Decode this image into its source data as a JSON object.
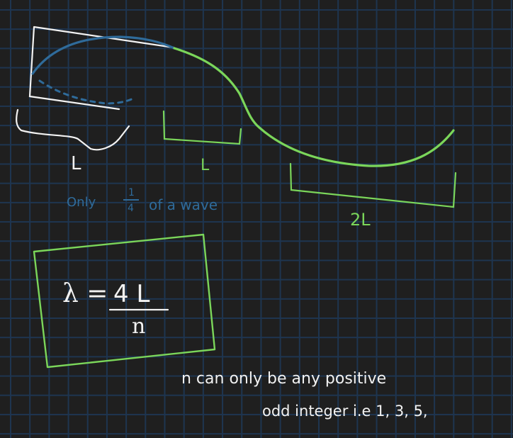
{
  "labels": {
    "L_left": "L",
    "L_mid": "L",
    "two_L": "2L",
    "quarter_note_pre": "Only",
    "quarter_frac_num": "1",
    "quarter_frac_den": "4",
    "quarter_note_post": "of a wave"
  },
  "formula": {
    "lhs": "λ =",
    "numerator": "4 L",
    "denominator": "n"
  },
  "notes": {
    "line1": "n can only be any positive",
    "line2": "odd integer i.e  1, 3, 5,"
  },
  "colors": {
    "background": "#1f1f1f",
    "grid": "#1e3550",
    "white": "#f2f2f2",
    "blue": "#2f6b9a",
    "green": "#7bd65a"
  }
}
